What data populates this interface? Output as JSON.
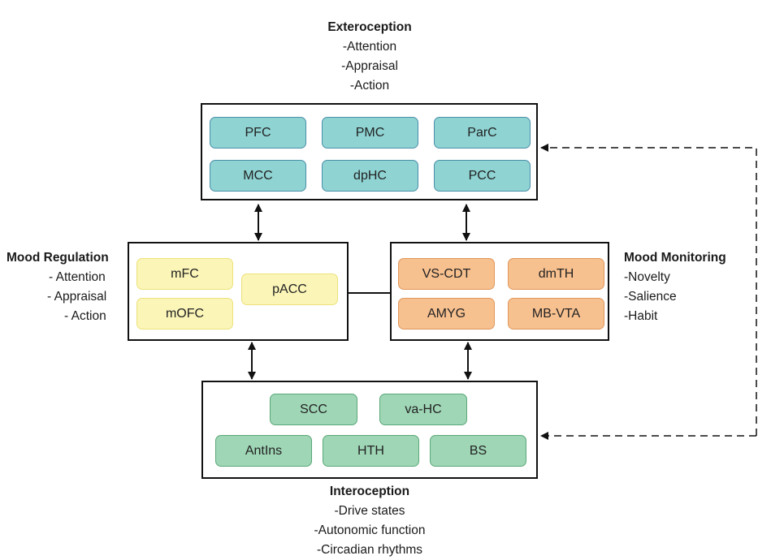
{
  "exteroception": {
    "title": "Exteroception",
    "items": [
      "-Attention",
      "-Appraisal",
      "-Action"
    ],
    "nodes": [
      "PFC",
      "PMC",
      "ParC",
      "MCC",
      "dpHC",
      "PCC"
    ],
    "color": "#8fd3d3"
  },
  "mood_regulation": {
    "title": "Mood Regulation",
    "items": [
      "- Attention",
      "- Appraisal",
      "- Action"
    ],
    "nodes": [
      "mFC",
      "mOFC",
      "pACC"
    ],
    "color": "#fbf5b8"
  },
  "mood_monitoring": {
    "title": "Mood Monitoring",
    "items": [
      "-Novelty",
      "-Salience",
      "-Habit"
    ],
    "nodes": [
      "VS-CDT",
      "dmTH",
      "AMYG",
      "MB-VTA"
    ],
    "color": "#f7c08f"
  },
  "interoception": {
    "title": "Interoception",
    "items": [
      "-Drive states",
      "-Autonomic function",
      "-Circadian rhythms"
    ],
    "nodes": [
      "SCC",
      "va-HC",
      "AntIns",
      "HTH",
      "BS"
    ],
    "color": "#9fd6b6"
  }
}
